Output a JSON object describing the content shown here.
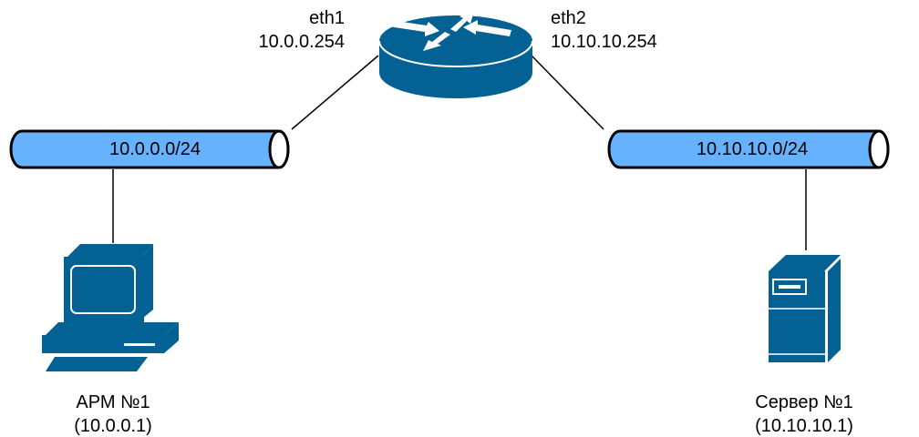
{
  "router": {
    "name": "router",
    "ifaces": [
      {
        "name": "eth1",
        "ip": "10.0.0.254"
      },
      {
        "name": "eth2",
        "ip": "10.10.10.254"
      }
    ]
  },
  "networks": [
    {
      "label": "10.0.0.0/24"
    },
    {
      "label": "10.10.10.0/24"
    }
  ],
  "hosts": [
    {
      "name": "АРМ №1",
      "ip": "(10.0.0.1)",
      "type": "workstation"
    },
    {
      "name": "Сервер №1",
      "ip": "(10.10.10.1)",
      "type": "server"
    }
  ],
  "colors": {
    "device": "#036293",
    "pipe": "#66b2ff",
    "line": "#000000"
  }
}
